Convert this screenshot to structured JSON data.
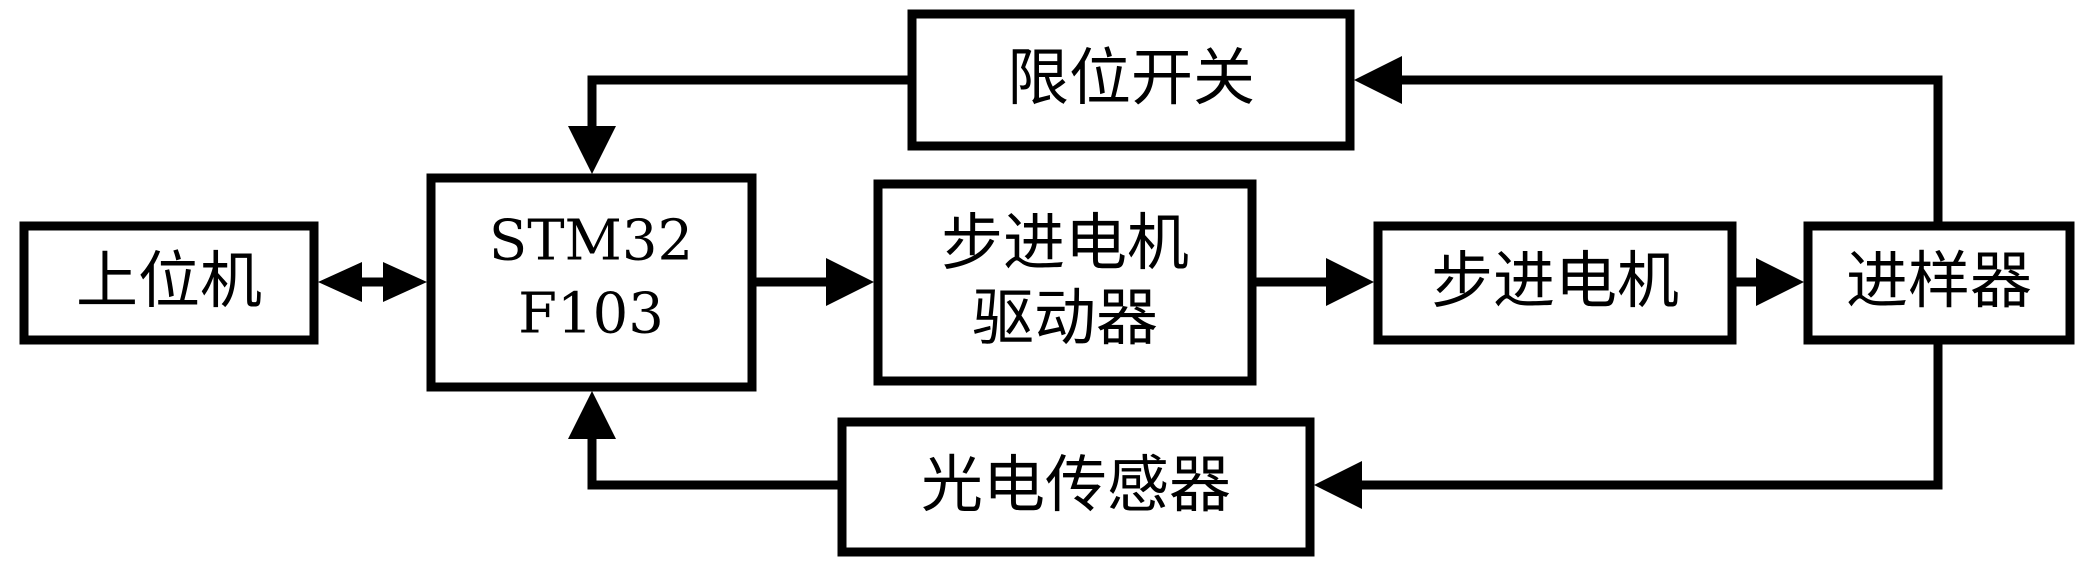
{
  "blocks": {
    "host": "上位机",
    "mcu_line1": "STM32",
    "mcu_line2": "F103",
    "driver_line1": "步进电机",
    "driver_line2": "驱动器",
    "motor": "步进电机",
    "sampler": "进样器",
    "limit_switch": "限位开关",
    "photo_sensor": "光电传感器"
  },
  "connections": [
    {
      "from": "host",
      "to": "mcu",
      "direction": "bidirectional"
    },
    {
      "from": "mcu",
      "to": "driver",
      "direction": "forward"
    },
    {
      "from": "driver",
      "to": "motor",
      "direction": "forward"
    },
    {
      "from": "motor",
      "to": "sampler",
      "direction": "forward"
    },
    {
      "from": "sampler",
      "to": "limit_switch",
      "direction": "forward"
    },
    {
      "from": "limit_switch",
      "to": "mcu",
      "direction": "forward"
    },
    {
      "from": "sampler",
      "to": "photo_sensor",
      "direction": "forward"
    },
    {
      "from": "photo_sensor",
      "to": "mcu",
      "direction": "forward"
    }
  ]
}
